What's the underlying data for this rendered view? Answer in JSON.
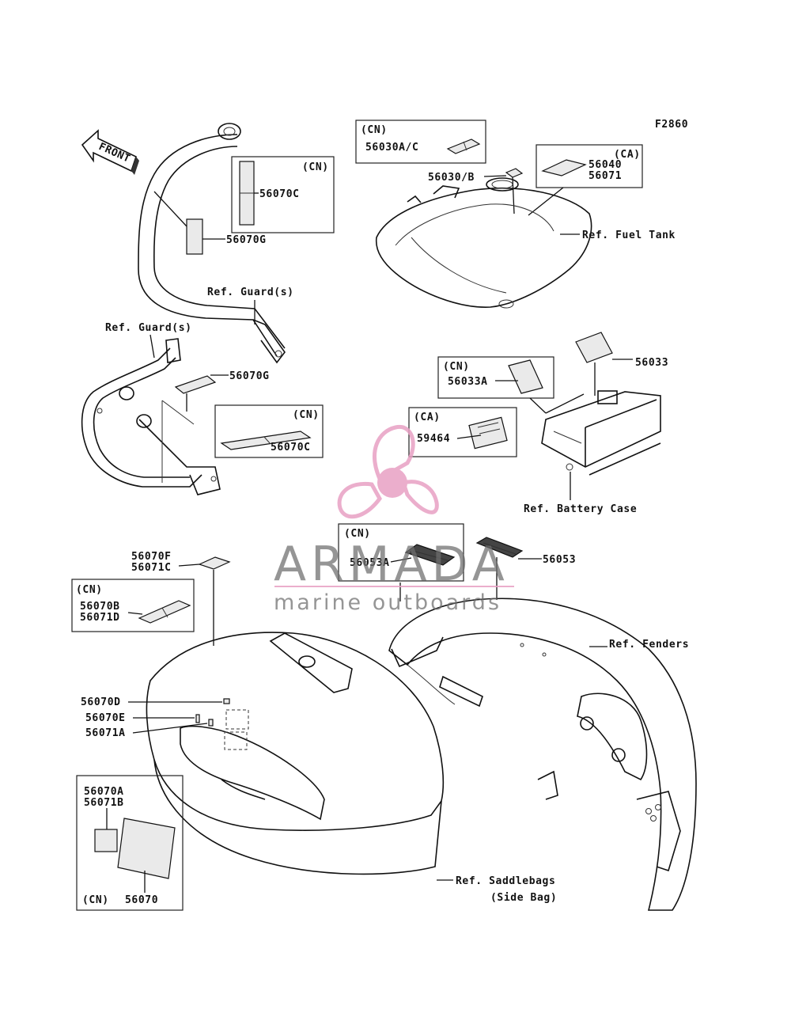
{
  "figure_code": "F2860",
  "watermark": {
    "brand": "ARMADA",
    "tagline": "marine outboards",
    "accent_color": "#e8a0c4",
    "text_color": "#6e6e6e",
    "icon": "propeller-logo"
  },
  "front_indicator": {
    "label": "FRONT",
    "icon": "front-arrow-icon"
  },
  "callouts": {
    "p56070G_upper": "56070G",
    "p56070G_lower": "56070G",
    "p56070C_upper": "56070C",
    "p56070C_lower": "56070C",
    "p56030AC": "56030A/C",
    "p56030B": "56030/B",
    "p56040": "56040",
    "p56071": "56071",
    "p56033": "56033",
    "p56033A": "56033A",
    "p59464": "59464",
    "p56053A": "56053A",
    "p56053": "56053",
    "p56070F": "56070F",
    "p56071C": "56071C",
    "p56070B": "56070B",
    "p56071D": "56071D",
    "p56070D": "56070D",
    "p56070E": "56070E",
    "p56071A": "56071A",
    "p56070A": "56070A",
    "p56071B": "56071B",
    "p56070": "56070"
  },
  "region_tags": {
    "cn_56070C_upper": "(CN)",
    "cn_56070C_lower": "(CN)",
    "cn_56030": "(CN)",
    "ca_56040": "(CA)",
    "cn_56033A": "(CN)",
    "ca_59464": "(CA)",
    "cn_56053A": "(CN)",
    "cn_56070B": "(CN)",
    "cn_56070": "(CN)"
  },
  "references": {
    "guard_upper": "Ref. Guard(s)",
    "guard_lower": "Ref. Guard(s)",
    "fuel_tank": "Ref. Fuel Tank",
    "battery_case": "Ref. Battery Case",
    "fenders": "Ref. Fenders",
    "saddlebags": "Ref. Saddlebags",
    "saddlebags_sub": "(Side Bag)"
  }
}
